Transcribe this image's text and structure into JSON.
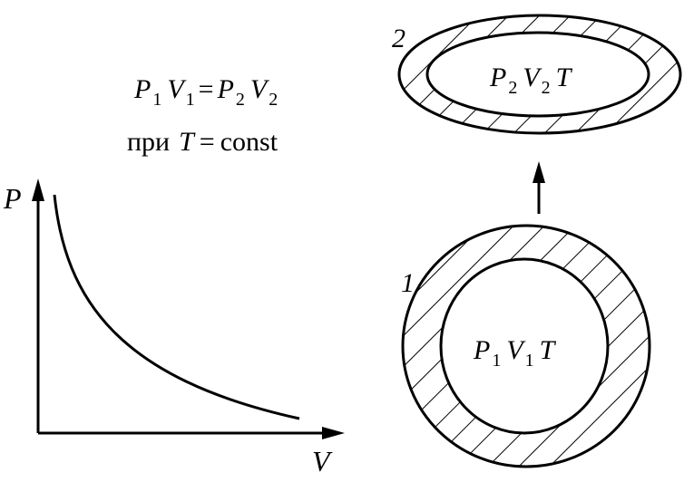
{
  "formula": {
    "line1": {
      "p1": "P",
      "s1": "1",
      "v1": "V",
      "s2": "1",
      "eq": "=",
      "p2": "P",
      "s3": "2",
      "v2": "V",
      "s4": "2"
    },
    "line2": {
      "pri": "при",
      "t": "T",
      "eq": "=",
      "const": "const"
    }
  },
  "graph": {
    "y_axis_label": "P",
    "x_axis_label": "V"
  },
  "state1": {
    "number": "1",
    "label": {
      "p": "P",
      "ps": "1",
      "v": "V",
      "vs": "1",
      "t": "T"
    }
  },
  "state2": {
    "number": "2",
    "label": {
      "p": "P",
      "ps": "2",
      "v": "V",
      "vs": "2",
      "t": "T"
    }
  },
  "arrow_direction": "up",
  "colors": {
    "ink": "#000000",
    "background": "#ffffff"
  }
}
